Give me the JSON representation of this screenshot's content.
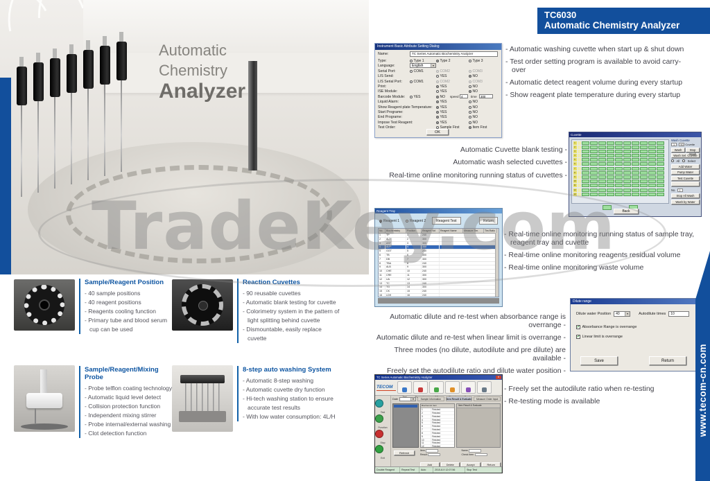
{
  "brand_header": {
    "model": "TC6030",
    "product": "Automatic Chemistry Analyzer"
  },
  "hero": {
    "line1": "Automatic",
    "line2": "Chemistry",
    "line3": "Analyzer"
  },
  "watermark": "TradeKey.com",
  "website": "www.tecom-cn.com",
  "colors": {
    "brand_blue": "#124f9c",
    "heading_blue": "#0f56a2",
    "grid_green": "#9fdf9f"
  },
  "dialog1": {
    "title": "Instrument Basic Attribute Setting Dialog",
    "name_label": "Name:",
    "name_value": "TC Series Automatic Biochemistry Analyzer",
    "ok_label": "OK",
    "rows": [
      {
        "label": "Type:",
        "opts": [
          {
            "t": "Type 1",
            "s": "off",
            "c": 1
          },
          {
            "t": "Type 2",
            "s": "on",
            "c": 2
          },
          {
            "t": "Type 3",
            "s": "off",
            "c": 3
          }
        ]
      },
      {
        "label": "Language:",
        "combo": "English"
      },
      {
        "label": "Serial Port:",
        "opts": [
          {
            "t": "COM1",
            "s": "off",
            "c": 1
          },
          {
            "t": "COM2",
            "s": "dis",
            "c": 2
          },
          {
            "t": "COM3",
            "s": "dis",
            "c": 3
          }
        ]
      },
      {
        "label": "LIS Send:",
        "opts": [
          {
            "t": "YES",
            "s": "off",
            "c": 2
          },
          {
            "t": "NO",
            "s": "on",
            "c": 3
          }
        ]
      },
      {
        "label": "LIS Serial Port:",
        "opts": [
          {
            "t": "COM1",
            "s": "off",
            "c": 1
          },
          {
            "t": "COM2",
            "s": "dis",
            "c": 2
          },
          {
            "t": "COM3",
            "s": "dis",
            "c": 3
          }
        ]
      },
      {
        "label": "Print:",
        "opts": [
          {
            "t": "YES",
            "s": "on",
            "c": 2
          },
          {
            "t": "NO",
            "s": "off",
            "c": 3
          }
        ]
      },
      {
        "label": "ISE Module:",
        "opts": [
          {
            "t": "YES",
            "s": "off",
            "c": 2
          },
          {
            "t": "NO",
            "s": "on",
            "c": 3
          }
        ]
      },
      {
        "label": "Barcode Module:",
        "opts": [
          {
            "t": "YES",
            "s": "off",
            "c": 1
          },
          {
            "t": "NO",
            "s": "on",
            "c": 2
          }
        ],
        "speed_label": "speed",
        "speed_value": "4",
        "time_label": "time",
        "time_value": "300"
      },
      {
        "label": "Liquid Alarm:",
        "opts": [
          {
            "t": "YES",
            "s": "on",
            "c": 2
          },
          {
            "t": "NO",
            "s": "off",
            "c": 3
          }
        ]
      },
      {
        "label": "Show Reagent plate Temperature:",
        "opts": [
          {
            "t": "YES",
            "s": "on",
            "c": 2
          },
          {
            "t": "NO",
            "s": "off",
            "c": 3
          }
        ]
      },
      {
        "label": "Start Programe:",
        "opts": [
          {
            "t": "YES",
            "s": "on",
            "c": 2
          },
          {
            "t": "NO",
            "s": "off",
            "c": 3
          }
        ]
      },
      {
        "label": "End Programe:",
        "opts": [
          {
            "t": "YES",
            "s": "on",
            "c": 2
          },
          {
            "t": "NO",
            "s": "off",
            "c": 3
          }
        ]
      },
      {
        "label": "Impose Test Reagent:",
        "opts": [
          {
            "t": "YES",
            "s": "on",
            "c": 2
          },
          {
            "t": "NO",
            "s": "off",
            "c": 3
          }
        ]
      },
      {
        "label": "Test Order:",
        "opts": [
          {
            "t": "Sample First",
            "s": "off",
            "c": 2
          },
          {
            "t": "Item First",
            "s": "on",
            "c": 3
          }
        ]
      }
    ]
  },
  "features1": [
    "Automatic washing cuvette when start up & shut down",
    "Test order setting program is available to avoid carry-over",
    "Automatic detect reagent volume during every startup",
    "Show reagent plate temperature during every startup"
  ],
  "cuvette_window": {
    "title": "Cuvette",
    "rows": 13,
    "cols": 10,
    "back_label": "Back",
    "side": {
      "header": "Wash Cuvette",
      "from_value": "1",
      "to_value": "90",
      "range_suffix": "Cuvette",
      "btn_wash": "Wash",
      "btn_stop": "Stop Wash",
      "btn_sel": "Wash Sel. Cuvette",
      "radio_all": "All",
      "radio_select": "Select",
      "btn_add": "Add Water",
      "btn_pump": "Pump Water",
      "btn_test": "Test Cuvette",
      "no_label": "No.",
      "no_value": "1",
      "btn_stopall": "Stop All Wash",
      "btn_bywater": "Wash by Water"
    }
  },
  "features2": [
    "Automatic Cuvette blank testing",
    "Automatic wash selected cuvettes",
    "Real-time online monitoring running status of cuvettes"
  ],
  "reagent_window": {
    "title": "Reagent Tray",
    "radio1": "Reagent 1",
    "radio2": "Reagent 2",
    "test_button": "Reagent Test",
    "return_button": "Return",
    "columns": [
      "No.",
      "Biochemistry",
      "Position",
      "Reagent Vol",
      "Reagent Name",
      "Measure Tim.",
      "Tim.Ratio"
    ],
    "selected_index": 3,
    "rows": [
      [
        "1",
        "TP",
        "1",
        "240"
      ],
      [
        "2",
        "ALT",
        "2",
        "300"
      ],
      [
        "3",
        "AST",
        "3",
        "300"
      ],
      [
        "4",
        "ALP",
        "4",
        "350"
      ],
      [
        "5",
        "GGT",
        "5",
        "240"
      ],
      [
        "6",
        "TB",
        "6",
        "300"
      ],
      [
        "7",
        "DB",
        "7",
        "300"
      ],
      [
        "8",
        "TBA",
        "8",
        "240"
      ],
      [
        "9",
        "ALB",
        "9",
        "300"
      ],
      [
        "10",
        "CHE",
        "10",
        "240"
      ],
      [
        "11",
        "CRE",
        "11",
        "300"
      ],
      [
        "12",
        "UA",
        "12",
        "300"
      ],
      [
        "13",
        "TC",
        "13",
        "240"
      ],
      [
        "14",
        "TG",
        "14",
        "300"
      ],
      [
        "15",
        "CK",
        "15",
        "240"
      ],
      [
        "16",
        "LDH",
        "16",
        "240"
      ],
      [
        "18",
        "HBDH",
        "18",
        "240"
      ],
      [
        "27",
        "Ca",
        "27",
        "300"
      ],
      [
        "28",
        "GLU",
        "28",
        "300"
      ]
    ]
  },
  "features3": [
    "Real-time online monitoring running status of sample tray, reagent tray and cuvette",
    "Real-time online monitoring reagents residual volume",
    "Real-time online monitoring waste volume"
  ],
  "dilute_dialog": {
    "title": "Dilute range",
    "position_label": "Dilute water Position",
    "position_value": "40",
    "times_label": "Autodilute times",
    "times_value": "10",
    "check_glyph": "✔",
    "check1": "Absorbance Range is overrange",
    "check2": "Linear limit is overrange",
    "save_label": "Save",
    "return_label": "Return"
  },
  "features4": [
    "Automatic dilute and re-test when absorbance range is overrange",
    "Automatic dilute and re-test when linear limit is overrange",
    "Three modes (no dilute, autodilute and pre dilute) are available",
    "Freely set the autodilute ratio and dilute water position"
  ],
  "main_app": {
    "title": "TC Series Automatic Biochemistry Analyzer",
    "logo": "TECOM",
    "toolbar": [
      "Test",
      "Parameter",
      "QC",
      "Report",
      "Service",
      "Maintenance"
    ],
    "toolbar_icon_colors": [
      "#3a78c8",
      "#c83a3a",
      "#48a848",
      "#e09028",
      "#8850b8",
      "#6a7a88"
    ],
    "sidebar": [
      "Test",
      "Function",
      "Stop",
      "Exit"
    ],
    "sidebar_icon_colors": [
      "#28a0a0",
      "#3aa04a",
      "#c83030",
      "#30a040"
    ],
    "date_label": "Date",
    "date_value": "",
    "header_tabs": [
      "Sample Information",
      "Item Result & Evaluate",
      "Measure Order Input"
    ],
    "table_columns": [
      "Biochemistry",
      "Item"
    ],
    "status_text": "Finished",
    "finished_rows": 16,
    "refresh_label": "Refresh",
    "fields": [
      "Item",
      "Name",
      "Result",
      "Check Item"
    ],
    "buttons": [
      "Add",
      "Delete",
      "Accept",
      "Return"
    ],
    "statusbar": [
      "Double Reagent",
      "Repeat Test",
      "Auto",
      "2010-8-9 12:07:56",
      "Stop Test"
    ]
  },
  "features5": [
    "Freely set the autodilute ratio when re-testing",
    "Re-testing mode is available"
  ],
  "sections": [
    {
      "title": "Sample/Reagent Position",
      "items": [
        "40 sample positions",
        "40 reagent positions",
        "Reagents cooling function",
        "Primary tube and blood serum cup can be used"
      ]
    },
    {
      "title": "Reaction Cuvettes",
      "items": [
        "90 reusable cuvettes",
        "Automatic blank testing for cuvette",
        "Colorimetry system in the pattern of light splitting behind cuvette",
        "Dismountable, easily replace cuvette"
      ]
    },
    {
      "title": "Sample/Reagent/Mixing Probe",
      "items": [
        "Probe telflon coating technology",
        "Automatic liquid level detect",
        "Collision protection function",
        "Independent mixing stirrer",
        "Probe internal/external washing",
        "Clot detection function"
      ]
    },
    {
      "title": "8-step auto washing System",
      "items": [
        "Automatic 8-step washing",
        "Automatic cuvette dry function",
        "Hi-tech washing station to ensure accurate test results",
        "With low water consumption: 4L/H"
      ]
    }
  ]
}
